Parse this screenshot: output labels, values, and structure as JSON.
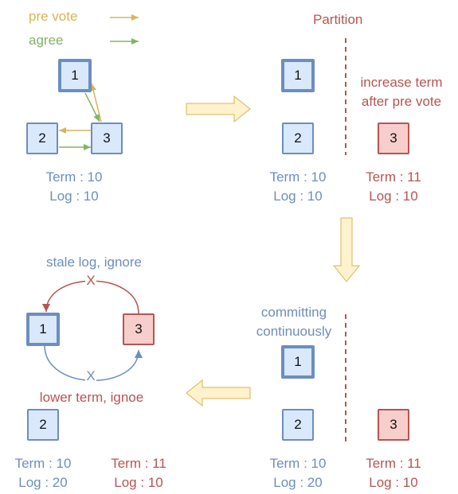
{
  "legend": {
    "prevote": {
      "label": "pre vote",
      "color": "#d6b656"
    },
    "agree": {
      "label": "agree",
      "color": "#82b366"
    }
  },
  "colors": {
    "blue_text": "#6c8ebf",
    "red_text": "#b85450",
    "blue_fill": "#dae8fc",
    "red_fill": "#f8cecc",
    "big_arrow_fill": "#fff2cc",
    "big_arrow_stroke": "#d6b656"
  },
  "panel1": {
    "nodes": [
      "1",
      "2",
      "3"
    ],
    "term": "Term : 10",
    "log": "Log : 10"
  },
  "panel2": {
    "partition": "Partition",
    "note_line1": "increase term",
    "note_line2": "after pre vote",
    "nodes": [
      "1",
      "2",
      "3"
    ],
    "left_term": "Term : 10",
    "left_log": "Log : 10",
    "right_term": "Term : 11",
    "right_log": "Log : 10"
  },
  "panel3": {
    "note_line1": "committing",
    "note_line2": "continuously",
    "nodes": [
      "1",
      "2",
      "3"
    ],
    "left_term": "Term : 10",
    "left_log": "Log : 20",
    "right_term": "Term : 11",
    "right_log": "Log : 10"
  },
  "panel4": {
    "stale_label": "stale log, ignore",
    "lower_label": "lower term, ignoe",
    "x_mark": "X",
    "nodes": [
      "1",
      "3",
      "2"
    ],
    "left_term": "Term : 10",
    "left_log": "Log : 20",
    "right_term": "Term : 11",
    "right_log": "Log : 10"
  }
}
